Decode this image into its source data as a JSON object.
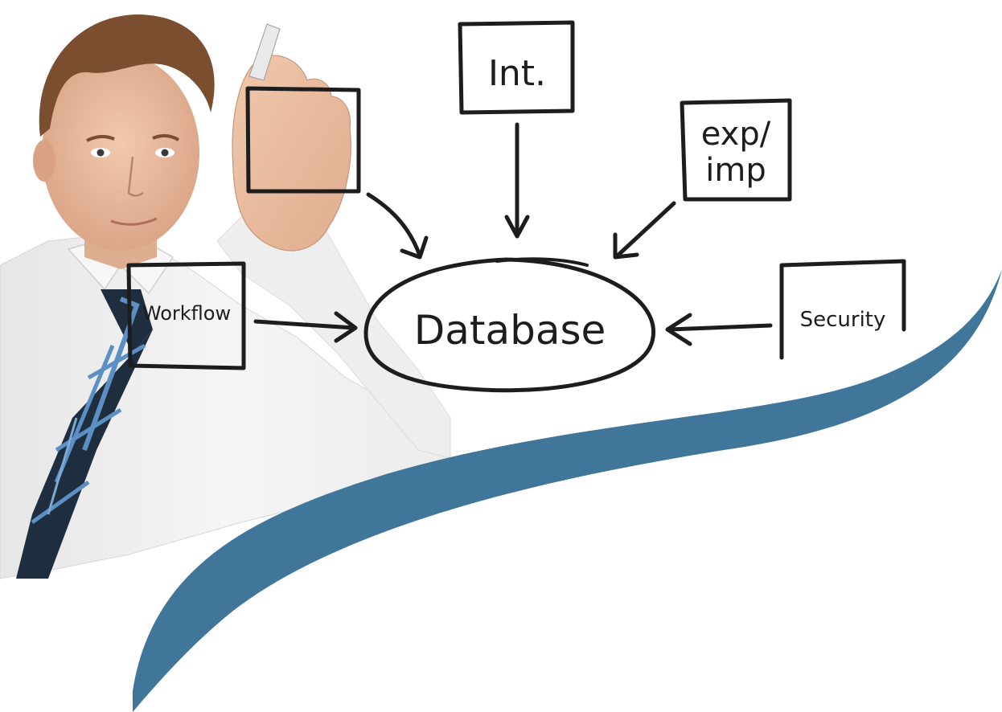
{
  "diagram": {
    "center_label": "Database",
    "nodes": {
      "int": "Int.",
      "exp_line1": "exp/",
      "exp_line2": "imp",
      "workflow": "Workflow",
      "security": "Security"
    }
  },
  "colors": {
    "swoosh": "#3f7699",
    "ink": "#1d1d1d",
    "shirt": "#f2f2f2",
    "tie_dark": "#1f2e3e",
    "tie_light": "#5c8fc3",
    "skin": "#e8bca0",
    "hair": "#7a4e2e",
    "background": "#ffffff"
  }
}
